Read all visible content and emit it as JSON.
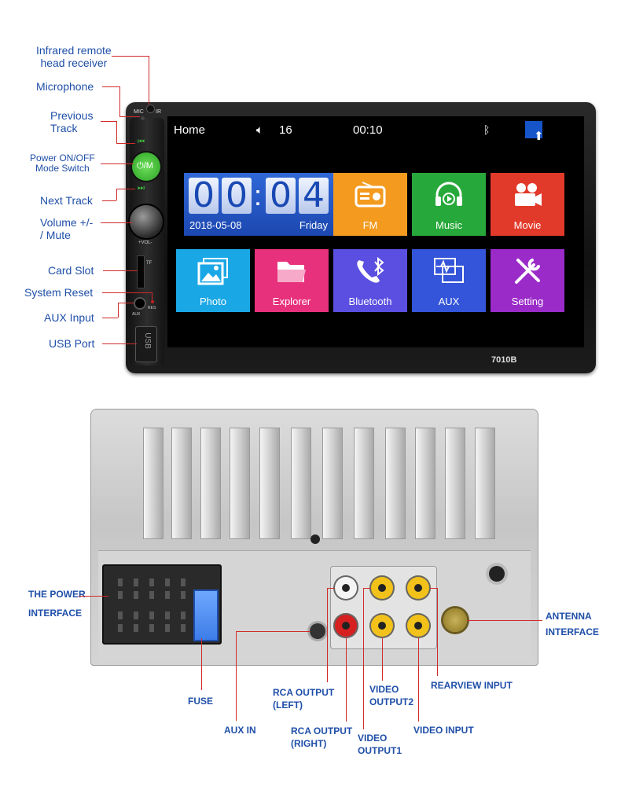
{
  "front": {
    "callouts": {
      "ir_receiver": "Infrared remote\nhead receiver",
      "microphone": "Microphone",
      "previous_track": "Previous\nTrack",
      "power_mode": "Power ON/OFF\nMode Switch",
      "next_track": "Next Track",
      "volume_mute": "Volume +/-\n/ Mute",
      "card_slot": "Card Slot",
      "system_reset": "System Reset",
      "aux_input": "AUX Input",
      "usb_port": "USB Port"
    },
    "panel_labels": {
      "mic": "MIC",
      "ir": "IR",
      "power_button": "⏻/M",
      "volume": "+VOL-",
      "tf": "TF",
      "aux": "AUX",
      "res": "RES",
      "usb": "USB",
      "model": "7010B"
    },
    "status_bar": {
      "title": "Home",
      "volume": "16",
      "time": "00:10"
    },
    "clock": {
      "d1": "0",
      "d2": "0",
      "d3": "0",
      "d4": "4",
      "separator": ":",
      "date": "2018-05-08",
      "day": "Friday"
    },
    "tiles": [
      {
        "label": "FM",
        "color": "#f39a1f"
      },
      {
        "label": "Music",
        "color": "#27a83a"
      },
      {
        "label": "Movie",
        "color": "#e23a2a"
      },
      {
        "label": "Photo",
        "color": "#1aa7e6"
      },
      {
        "label": "Explorer",
        "color": "#e8317c"
      },
      {
        "label": "Bluetooth",
        "color": "#5a4fe0"
      },
      {
        "label": "AUX",
        "color": "#3455d9"
      },
      {
        "label": "Setting",
        "color": "#9a2bc9"
      }
    ]
  },
  "rear": {
    "labels": {
      "power_interface": "THE POWER\nINTERFACE",
      "fuse": "FUSE",
      "aux_in": "AUX IN",
      "rca_left": "RCA OUTPUT\n(LEFT)",
      "rca_right": "RCA OUTPUT\n(RIGHT)",
      "video_output2": "VIDEO\nOUTPUT2",
      "video_output1": "VIDEO\nOUTPUT1",
      "rearview_input": "REARVIEW INPUT",
      "video_input": "VIDEO INPUT",
      "antenna": "ANTENNA\nINTERFACE"
    }
  },
  "colors": {
    "label_blue": "#1f4fa8",
    "leader_red": "#d12a2a",
    "rca_red": "#d61f1f",
    "rca_yellow": "#f2c21a"
  }
}
